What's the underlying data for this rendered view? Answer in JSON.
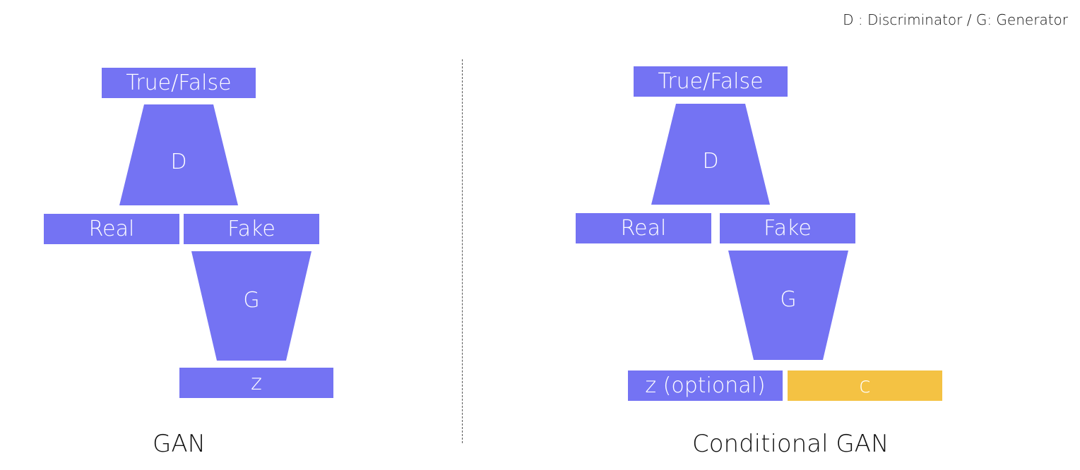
{
  "colors": {
    "block": "#7473f3",
    "condition": "#f4c243",
    "text_on_block": "#ffffff",
    "caption": "#111111"
  },
  "legend": "D : Discriminator / G: Generator",
  "gan": {
    "output_label": "True/False",
    "discriminator_label": "D",
    "real_label": "Real",
    "fake_label": "Fake",
    "generator_label": "G",
    "noise_label": "z",
    "caption": "GAN"
  },
  "cgan": {
    "output_label": "True/False",
    "discriminator_label": "D",
    "real_label": "Real",
    "fake_label": "Fake",
    "generator_label": "G",
    "noise_label": "z (optional)",
    "condition_label": "c",
    "caption": "Conditional GAN"
  }
}
